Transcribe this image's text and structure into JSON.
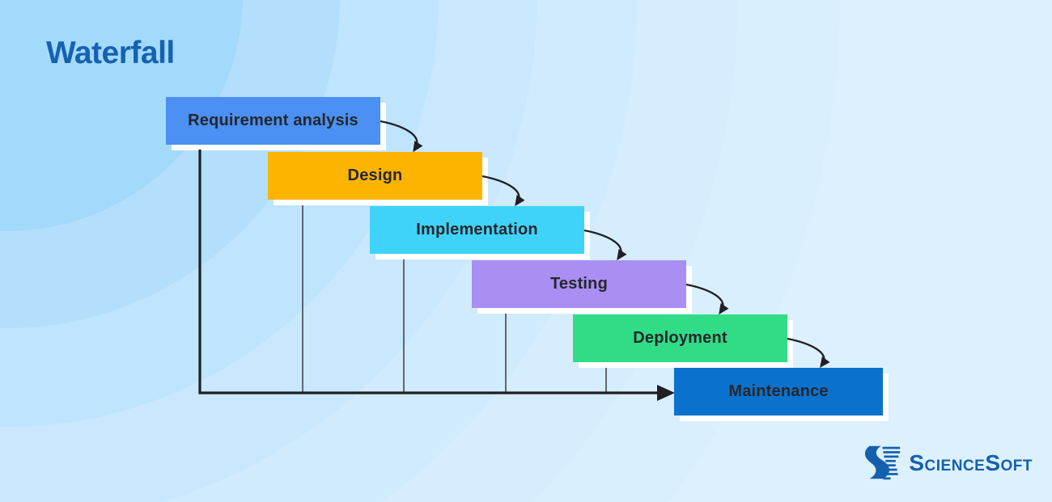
{
  "title": "Waterfall",
  "diagram": {
    "type": "waterfall-process-flow",
    "stages": [
      {
        "label": "Requirement analysis",
        "color": "#4B90F2"
      },
      {
        "label": "Design",
        "color": "#FCB400"
      },
      {
        "label": "Implementation",
        "color": "#3FD3FA"
      },
      {
        "label": "Testing",
        "color": "#A98FF3"
      },
      {
        "label": "Deployment",
        "color": "#30DC85"
      },
      {
        "label": "Maintenance",
        "color": "#0A72CC"
      }
    ]
  },
  "colors": {
    "title": "#1562B2",
    "stage_text": "#26262B",
    "connector": "#1F1F24",
    "stage_shadow": "#FFFFFF",
    "logo": "#1560AD"
  },
  "branding": {
    "name": "ScienceSoft",
    "seg_large_1": "S",
    "seg_small_1": "CIENCE",
    "seg_large_2": "S",
    "seg_small_2": "OFT"
  }
}
